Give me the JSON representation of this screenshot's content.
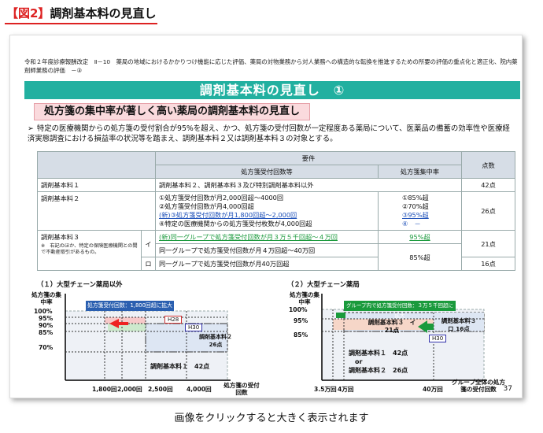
{
  "figure_title": {
    "bracket": "【図2】",
    "text": "調剤基本料の見直し"
  },
  "slide": {
    "header_note": "令和２年度診療報酬改定　Ⅱ－10　薬局の地域におけるかかりつけ機能に応じた評価、薬局の対物業務から対人業務への構造的な転換を推進するための所要の評価の重点化と適正化、院内薬剤師業務の評価　－③",
    "banner": "調剤基本料の見直し　①",
    "subheading": "処方箋の集中率が著しく高い薬局の調剤基本料の見直し",
    "description_mark": "➢",
    "description": "特定の医療機関からの処方箋の受付割合が95%を超え、かつ、処方箋の受付回数が一定程度ある薬局について、医薬品の備蓄の効率性や医療経済実態調査における損益率の状況等を踏まえ、調剤基本料２又は調剤基本料３の対象とする。",
    "page_number": "37"
  },
  "table": {
    "header_requirements": "要件",
    "header_count": "処方箋受付回数等",
    "header_ratio": "処方箋集中率",
    "header_points": "点数",
    "r1_name": "調剤基本料１",
    "r1_req": "調剤基本料２、調剤基本料３及び特別調剤基本料以外",
    "r1_pts": "42点",
    "r2_name": "調剤基本料２",
    "r2_c1": "①処方箋受付回数が月2,000回超～4000回",
    "r2_c2": "②処方箋受付回数が月4,000回超",
    "r2_c3": "(新)③処方箋受付回数が月1,800回超～2,000回",
    "r2_c4": "④特定の医療機関からの処方箋受付枚数が4,000回超",
    "r2_r1": "①85%超",
    "r2_r2": "②70%超",
    "r2_r3": "③95%超",
    "r2_r4": "④　－",
    "r2_pts": "26点",
    "r3_name": "調剤基本料３",
    "r3_note": "※　右記のほか、特定の保険医療機関との間で不動産取引があるもの。",
    "r3_i": "イ",
    "r3_i_c1": "(新)同一グループで処方箋受付回数が月３万５千回超～４万回",
    "r3_i_r1": "95%超",
    "r3_i_c2": "同一グループで処方箋受付回数が月４万回超～40万回",
    "r3_i_r2": "85%超",
    "r3_i_pts": "21点",
    "r3_ro": "ロ",
    "r3_ro_c1": "同一グループで処方箋受付回数が月40万回超",
    "r3_ro_pts": "16点"
  },
  "chart1": {
    "title": "（１）大型チェーン薬局以外",
    "ylabel": "処方箋の集中率",
    "yticks": [
      "100%",
      "95%",
      "90%",
      "85%",
      "70%"
    ],
    "xticks": [
      "1,800回",
      "2,000回",
      "2,500回",
      "4,000回"
    ],
    "xlabel": "処方箋の受付回数",
    "callout": "処方箋受付回数：1,800回超に拡大",
    "label_h28": "H28",
    "label_h30": "H30",
    "region2_label": "調剤基本料２",
    "region2_pts": "26点",
    "region1_label": "調剤基本料１　42点"
  },
  "chart2": {
    "title": "（２）大型チェーン薬局",
    "ylabel": "処方箋の集中率",
    "yticks": [
      "100%",
      "95%",
      "85%"
    ],
    "xticks": [
      "3.5万回",
      "4万回",
      "40万回"
    ],
    "xlabel": "グループ全体の処方箋の受付回数",
    "callout": "グループ内で処方箋受付回数：３万５千回超に拡大",
    "region3i_label": "調剤基本料３　イ",
    "region3i_pts": "21点",
    "region3ro_label": "調剤基本料３",
    "region3ro_sub": "ロ 16点",
    "label_h30": "H30",
    "region1_label": "調剤基本料１　42点",
    "or_label": "or",
    "region2_label": "調剤基本料２　26点"
  },
  "caption": "画像をクリックすると大きく表示されます",
  "colors": {
    "accent_red": "#dd2222",
    "banner_teal": "#22b0a0",
    "subhead_pink": "#fadadd",
    "highlight_green": "#1a9a3c",
    "highlight_blue": "#1c4fb8"
  }
}
